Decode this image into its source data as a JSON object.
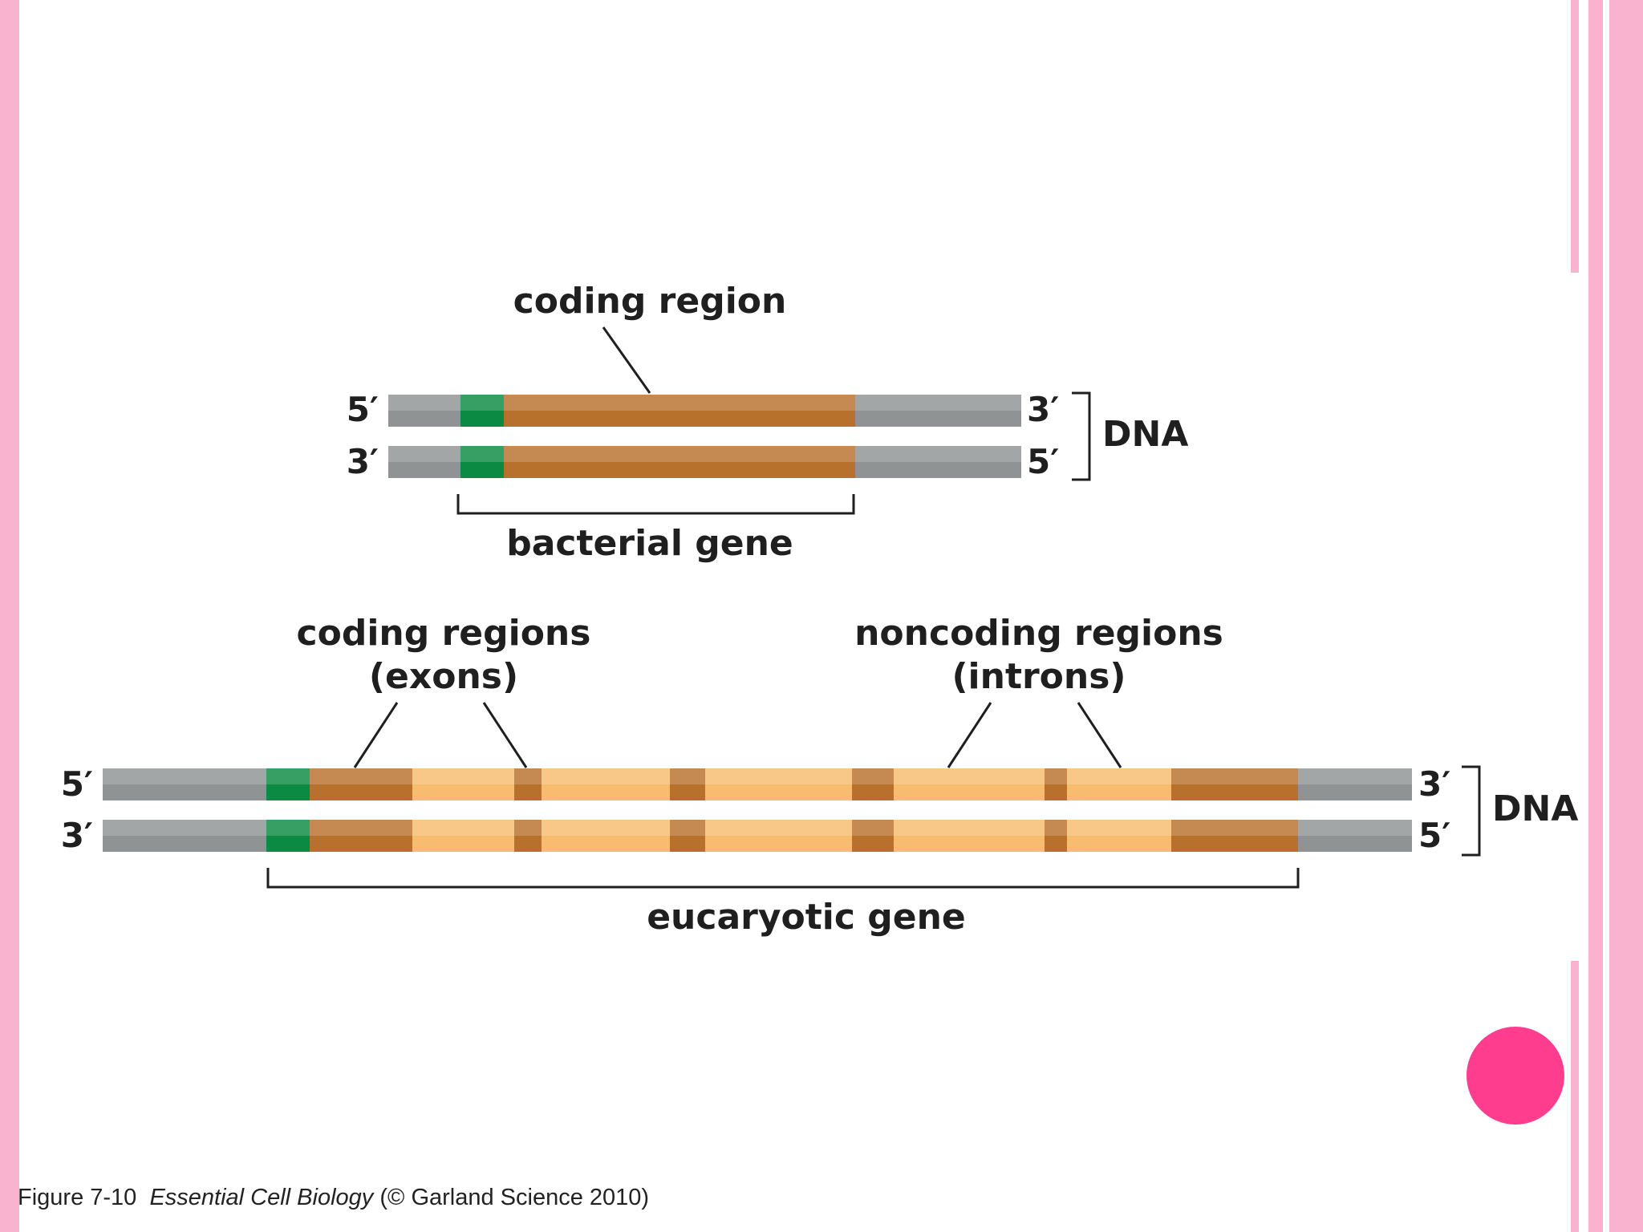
{
  "colors": {
    "flank": "#8f9393",
    "promoter": "#0b8a43",
    "exon": "#b8712c",
    "intron": "#f7bc6f",
    "border": "#f9b3cf",
    "dot": "#ff3d8f"
  },
  "bacterial": {
    "coding_label": "coding region",
    "gene_label": "bacterial gene",
    "dna_label": "DNA",
    "top_left": "5′",
    "top_right": "3′",
    "bottom_left": "3′",
    "bottom_right": "5′"
  },
  "eukaryotic": {
    "coding_label_1": "coding regions",
    "coding_label_2": "(exons)",
    "noncoding_label_1": "noncoding regions",
    "noncoding_label_2": "(introns)",
    "gene_label": "eucaryotic gene",
    "dna_label": "DNA",
    "top_left": "5′",
    "top_right": "3′",
    "bottom_left": "3′",
    "bottom_right": "5′"
  },
  "caption": {
    "prefix": "Figure 7-10",
    "title": "Essential Cell Biology",
    "suffix": "(© Garland Science 2010)"
  }
}
